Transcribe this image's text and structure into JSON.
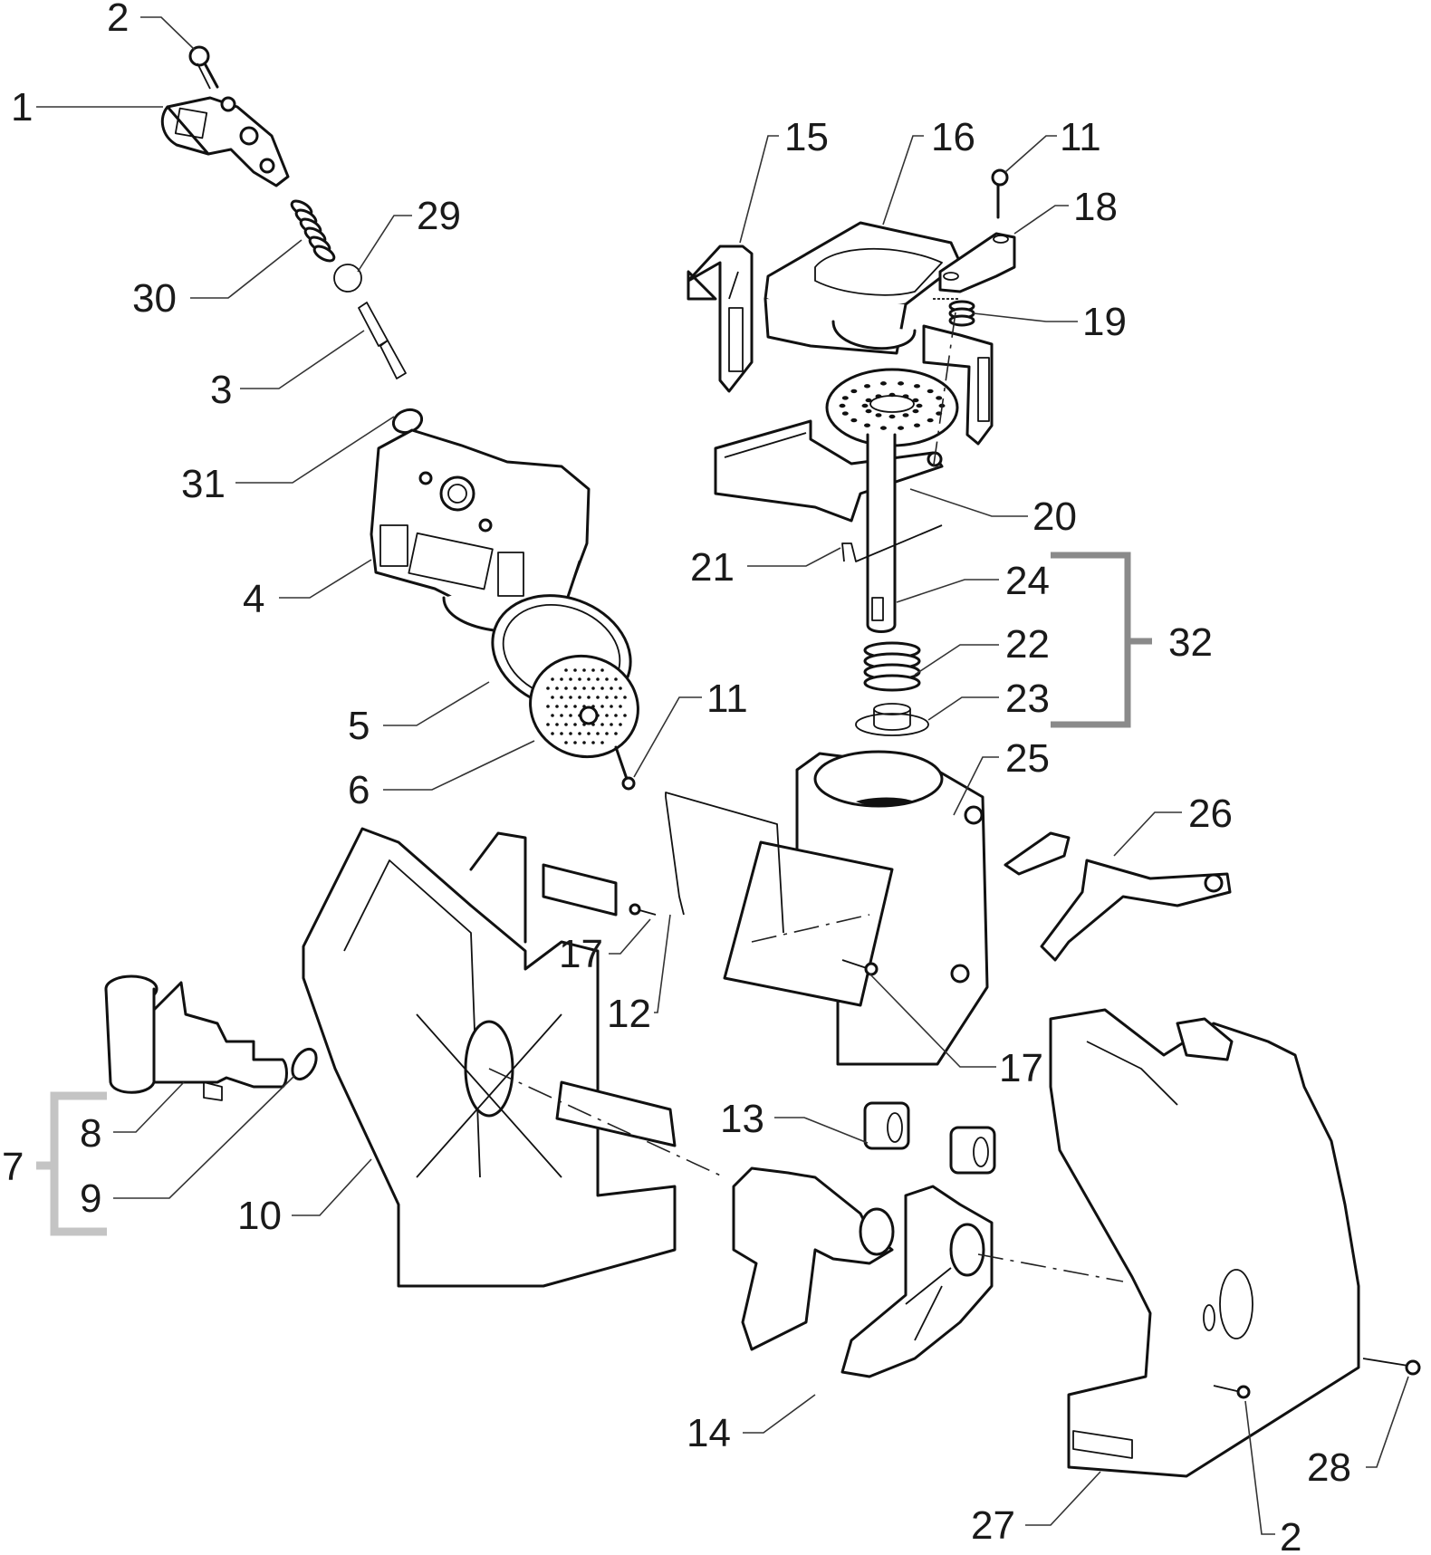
{
  "diagram": {
    "type": "exploded parts diagram",
    "callouts": [
      {
        "id": "c1",
        "label": "1"
      },
      {
        "id": "c2a",
        "label": "2"
      },
      {
        "id": "c2b",
        "label": "2"
      },
      {
        "id": "c3",
        "label": "3"
      },
      {
        "id": "c4",
        "label": "4"
      },
      {
        "id": "c5",
        "label": "5"
      },
      {
        "id": "c6",
        "label": "6"
      },
      {
        "id": "c7",
        "label": "7"
      },
      {
        "id": "c8",
        "label": "8"
      },
      {
        "id": "c9",
        "label": "9"
      },
      {
        "id": "c10",
        "label": "10"
      },
      {
        "id": "c11a",
        "label": "11"
      },
      {
        "id": "c11b",
        "label": "11"
      },
      {
        "id": "c12",
        "label": "12"
      },
      {
        "id": "c13",
        "label": "13"
      },
      {
        "id": "c14",
        "label": "14"
      },
      {
        "id": "c15",
        "label": "15"
      },
      {
        "id": "c16",
        "label": "16"
      },
      {
        "id": "c17a",
        "label": "17"
      },
      {
        "id": "c17b",
        "label": "17"
      },
      {
        "id": "c18",
        "label": "18"
      },
      {
        "id": "c19",
        "label": "19"
      },
      {
        "id": "c20",
        "label": "20"
      },
      {
        "id": "c21",
        "label": "21"
      },
      {
        "id": "c22",
        "label": "22"
      },
      {
        "id": "c23",
        "label": "23"
      },
      {
        "id": "c24",
        "label": "24"
      },
      {
        "id": "c25",
        "label": "25"
      },
      {
        "id": "c26",
        "label": "26"
      },
      {
        "id": "c27",
        "label": "27"
      },
      {
        "id": "c28",
        "label": "28"
      },
      {
        "id": "c29",
        "label": "29"
      },
      {
        "id": "c30",
        "label": "30"
      },
      {
        "id": "c31",
        "label": "31"
      },
      {
        "id": "c32",
        "label": "32"
      }
    ],
    "groups": [
      {
        "label": "7",
        "members": [
          "8",
          "9"
        ]
      },
      {
        "label": "32",
        "members": [
          "24",
          "22",
          "23"
        ]
      }
    ],
    "colors": {
      "line": "#111111",
      "group_bracket_32": "#8a8a8a",
      "group_bracket_7": "#c4c4c4",
      "background": "#ffffff"
    }
  }
}
